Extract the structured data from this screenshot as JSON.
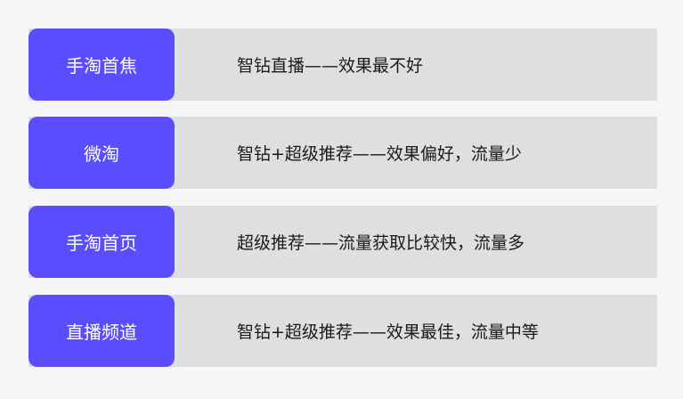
{
  "rows": [
    {
      "label": "手淘首焦",
      "description": "智钻直播——效果最不好"
    },
    {
      "label": "微淘",
      "description": "智钻+超级推荐——效果偏好，流量少"
    },
    {
      "label": "手淘首页",
      "description": "超级推荐——流量获取比较快，流量多"
    },
    {
      "label": "直播频道",
      "description": "智钻+超级推荐——效果最佳，流量中等"
    }
  ]
}
